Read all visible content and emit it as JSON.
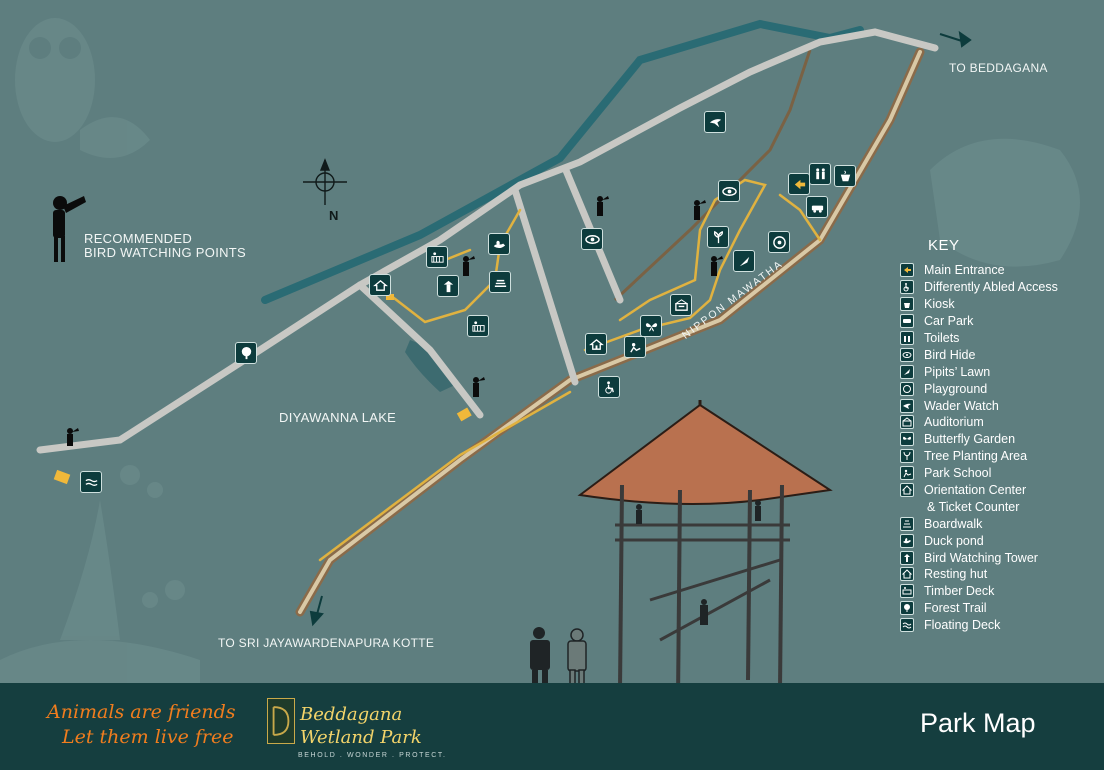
{
  "map": {
    "title": "Park Map",
    "labels": {
      "to_beddagana": "TO BEDDAGANA",
      "to_sri_jayawardenapura": "TO SRI JAYAWARDENAPURA KOTTE",
      "lake": "DIYAWANNA LAKE",
      "road": "NIPPON MAWATHA",
      "compass_north": "N",
      "recommended_line1": "RECOMMENDED",
      "recommended_line2": "BIRD WATCHING POINTS"
    },
    "colors": {
      "background": "#5e7e7f",
      "road": "#c8c8c4",
      "trail": "#e0b240",
      "water": "#2a6b74",
      "icon_bg": "#0d3c3d",
      "footer": "#153e3f",
      "slogan": "#f07d1e",
      "tower_roof": "#b9714f"
    }
  },
  "key": {
    "title": "KEY",
    "items": [
      {
        "label": "Main Entrance",
        "icon": "arrow-left-icon"
      },
      {
        "label": "Differently Abled Access",
        "icon": "wheelchair-icon"
      },
      {
        "label": "Kiosk",
        "icon": "kiosk-icon"
      },
      {
        "label": "Car Park",
        "icon": "car-icon"
      },
      {
        "label": "Toilets",
        "icon": "toilets-icon"
      },
      {
        "label": "Bird Hide",
        "icon": "eye-icon"
      },
      {
        "label": "Pipits’ Lawn",
        "icon": "pipit-icon"
      },
      {
        "label": "Playground",
        "icon": "playground-icon"
      },
      {
        "label": "Wader Watch",
        "icon": "wader-icon"
      },
      {
        "label": "Auditorium",
        "icon": "auditorium-icon"
      },
      {
        "label": "Butterfly Garden",
        "icon": "butterfly-icon"
      },
      {
        "label": "Tree Planting Area",
        "icon": "sapling-icon"
      },
      {
        "label": "Park School",
        "icon": "school-icon"
      },
      {
        "label": "Orientation Center",
        "icon": "house-icon"
      },
      {
        "label": "& Ticket Counter",
        "icon": ""
      },
      {
        "label": "Boardwalk",
        "icon": "boardwalk-icon"
      },
      {
        "label": "Duck pond",
        "icon": "duck-icon"
      },
      {
        "label": "Bird Watching Tower",
        "icon": "tower-icon"
      },
      {
        "label": "Resting hut",
        "icon": "hut-icon"
      },
      {
        "label": "Timber Deck",
        "icon": "deck-icon"
      },
      {
        "label": "Forest Trail",
        "icon": "tree-icon"
      },
      {
        "label": "Floating Deck",
        "icon": "waves-icon"
      }
    ]
  },
  "footer": {
    "slogan_line1": "Animals are friends",
    "slogan_line2": "Let them live free",
    "logo_line1": "Beddagana",
    "logo_line2": "Wetland Park",
    "logo_tagline": "BEHOLD . WONDER . PROTECT."
  }
}
